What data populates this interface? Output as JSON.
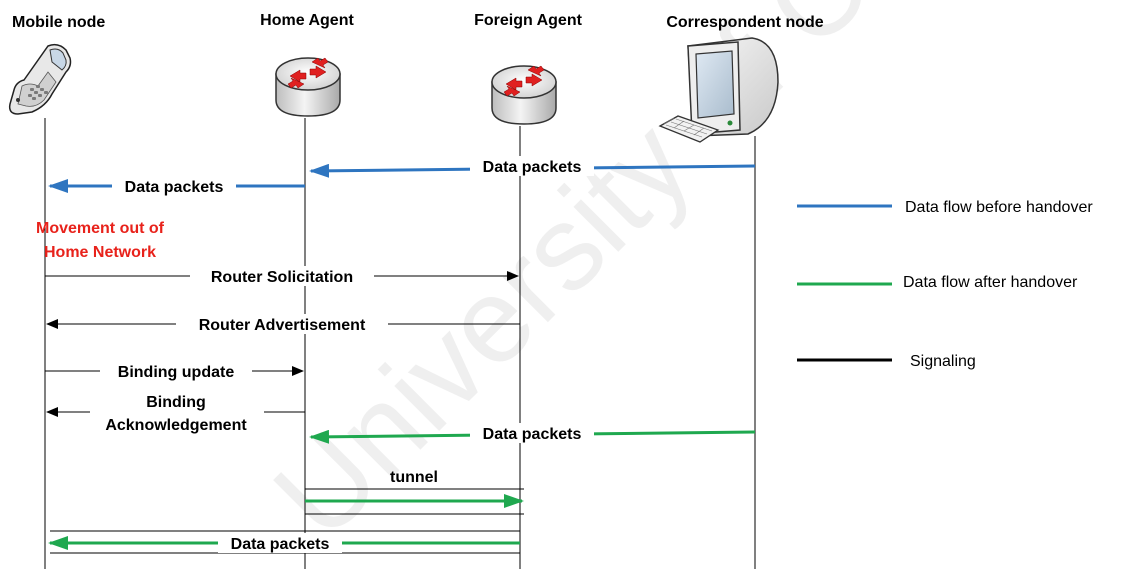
{
  "colors": {
    "before": "#2e75c0",
    "after": "#1fa84f",
    "signal": "#000000",
    "movement_text": "#e8221b",
    "watermark": "#d9d9d9"
  },
  "entities": [
    {
      "id": "mobile",
      "label": "Mobile node",
      "icon": "mobile-phone-icon"
    },
    {
      "id": "home",
      "label": "Home Agent",
      "icon": "router-icon"
    },
    {
      "id": "foreign",
      "label": "Foreign Agent",
      "icon": "router-icon"
    },
    {
      "id": "cn",
      "label": "Correspondent node",
      "icon": "desktop-computer-icon"
    }
  ],
  "messages": {
    "data_before_top": "Data packets",
    "data_before_mn": "Data packets",
    "movement": [
      "Movement out of",
      "Home Network"
    ],
    "router_solicitation": "Router Solicitation",
    "router_advertisement": "Router Advertisement",
    "binding_update": "Binding update",
    "binding_ack": [
      "Binding",
      "Acknowledgement"
    ],
    "data_after_top": "Data packets",
    "tunnel": "tunnel",
    "data_after_mn": "Data packets"
  },
  "legend": [
    {
      "label": "Data flow before handover",
      "type": "before"
    },
    {
      "label": "Data flow after handover",
      "type": "after"
    },
    {
      "label": "Signaling",
      "type": "signal"
    }
  ],
  "watermark": "University of Cape Town"
}
